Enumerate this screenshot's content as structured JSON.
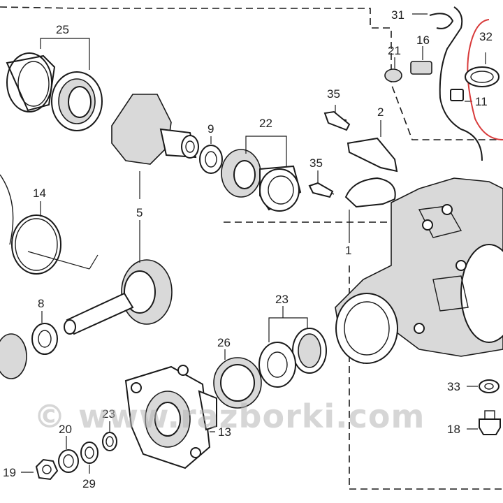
{
  "watermark": "© www.razborki.com",
  "highlight_color": "#d83a3a",
  "callouts": {
    "c25": "25",
    "c31": "31",
    "c16": "16",
    "c21": "21",
    "c32": "32",
    "c11": "11",
    "c35a": "35",
    "c2": "2",
    "c9": "9",
    "c22": "22",
    "c35b": "35",
    "c14": "14",
    "c5": "5",
    "c1": "1",
    "c8": "8",
    "c23a": "23",
    "c26": "26",
    "c33": "33",
    "c23b": "23",
    "c20": "20",
    "c13": "13",
    "c18": "18",
    "c19": "19",
    "c29": "29"
  }
}
